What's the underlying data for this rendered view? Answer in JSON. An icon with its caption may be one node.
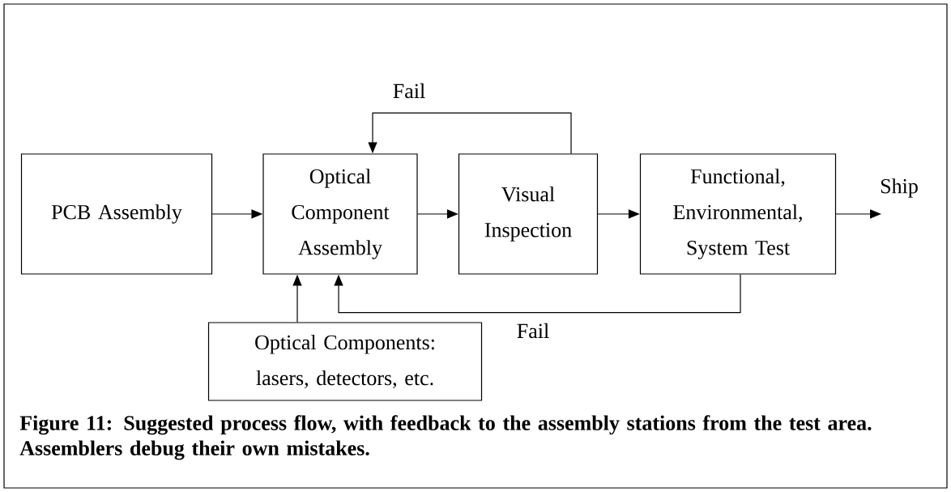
{
  "diagram": {
    "caption": "Figure 11: Suggested process flow, with feedback to the assembly stations from the test area.  Assemblers debug their own mistakes.",
    "nodes": [
      {
        "text": [
          "PCB Assembly"
        ]
      },
      {
        "text": [
          "Optical Component Assembly"
        ]
      },
      {
        "text": [
          "Visual Inspection"
        ]
      },
      {
        "text": [
          "Functional, Environmental, System Test"
        ]
      },
      {
        "text": [
          "Optical Components: lasers, detectors, etc."
        ]
      }
    ],
    "edges": [
      {
        "from": 0,
        "to": 1,
        "arrow": "to"
      },
      {
        "from": 1,
        "to": 2,
        "arrow": "to"
      },
      {
        "from": 2,
        "to": 3,
        "arrow": "to"
      },
      {
        "from": 2,
        "to": 1,
        "arrow": "to",
        "label": "Fail"
      },
      {
        "from": 3,
        "to": 1,
        "arrow": "to",
        "label": "Fail"
      },
      {
        "from": 4,
        "to": 1,
        "arrow": "to"
      },
      {
        "from": 3,
        "to": null,
        "arrow": "to",
        "label": "Ship"
      }
    ]
  }
}
